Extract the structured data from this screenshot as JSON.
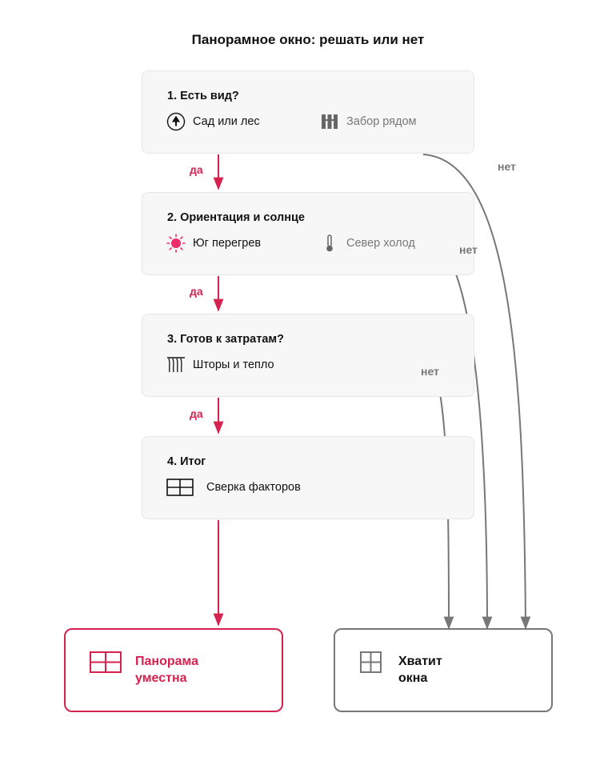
{
  "title": "Панорамное окно: решать или нет",
  "steps": [
    {
      "title": "1. Есть вид?",
      "good": {
        "icon": "tree-icon",
        "label": "Сад или лес"
      },
      "bad": {
        "icon": "fence-icon",
        "label": "Забор рядом"
      }
    },
    {
      "title": "2. Ориентация и солнце",
      "good": {
        "icon": "sun-icon",
        "label": "Юг перегрев"
      },
      "bad": {
        "icon": "thermometer-icon",
        "label": "Север холод"
      }
    },
    {
      "title": "3. Готов к затратам?",
      "good": {
        "icon": "curtains-icon",
        "label": "Шторы и тепло"
      }
    },
    {
      "title": "4. Итог",
      "good": {
        "icon": "window-icon",
        "label": "Сверка факторов"
      }
    }
  ],
  "edges": {
    "yes": "да",
    "no": "нет"
  },
  "outcomes": {
    "positive": {
      "icon": "panorama-window-icon",
      "line1": "Панорама",
      "line2": "уместна"
    },
    "negative": {
      "icon": "small-window-icon",
      "line1": "Хватит",
      "line2": "окна"
    }
  },
  "colors": {
    "accent": "#d6224e",
    "neutral": "#777777",
    "card_bg": "#f7f7f7"
  }
}
